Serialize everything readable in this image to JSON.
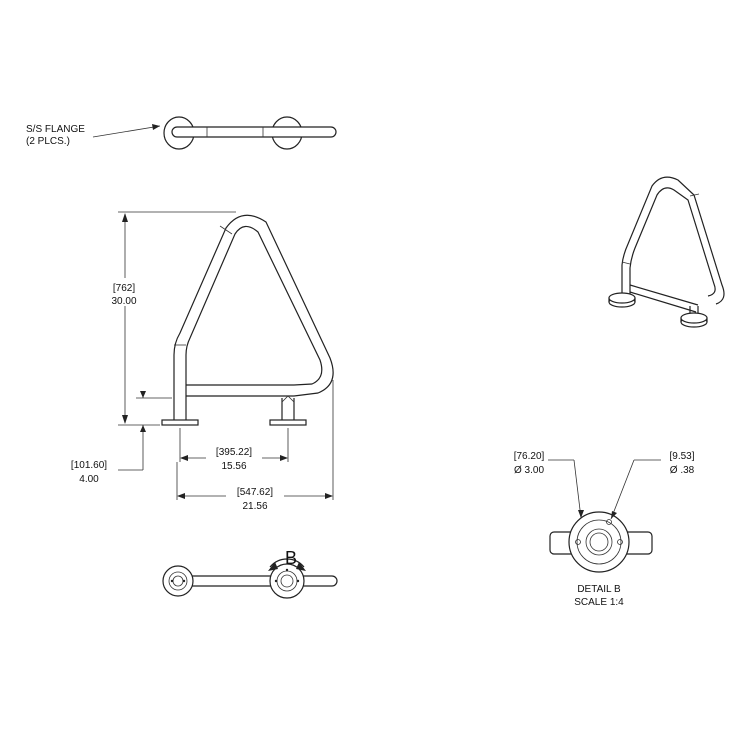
{
  "callouts": {
    "flange_line1": "S/S FLANGE",
    "flange_line2": "(2 PLCS.)"
  },
  "dimensions": {
    "height_mm": "[762]",
    "height_in": "30.00",
    "flange_mm": "[101.60]",
    "flange_in": "4.00",
    "inner_mm": "[395.22]",
    "inner_in": "15.56",
    "outer_mm": "[547.62]",
    "outer_in": "21.56"
  },
  "detail_marker": "B",
  "detail": {
    "dia_large_mm": "[76.20]",
    "dia_large_in": "Ø 3.00",
    "dia_small_mm": "[9.53]",
    "dia_small_in": "Ø .38",
    "title": "DETAIL B",
    "scale": "SCALE 1:4"
  }
}
